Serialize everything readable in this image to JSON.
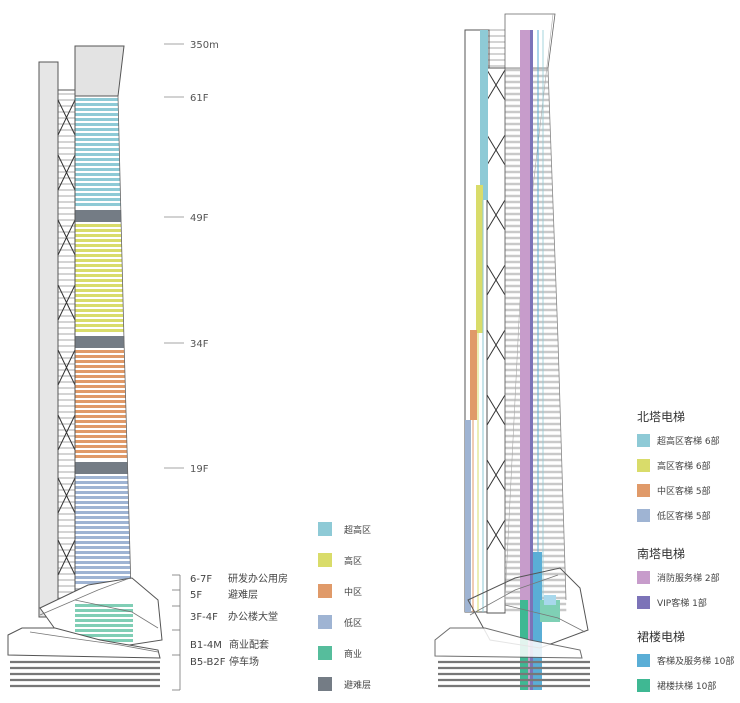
{
  "left_diagram": {
    "top_label": "350m",
    "floor_labels": [
      "61F",
      "49F",
      "34F",
      "19F"
    ],
    "base_labels": [
      {
        "code": "6-7F",
        "text": "研发办公用房"
      },
      {
        "code": "5F",
        "text": "避难层"
      },
      {
        "code": "3F-4F",
        "text": "办公楼大堂"
      },
      {
        "code": "B1-4M",
        "text": "商业配套"
      },
      {
        "code": "B5-B2F",
        "text": "停车场"
      }
    ],
    "zone_legend": [
      {
        "label": "超高区",
        "color": "#8ecad6"
      },
      {
        "label": "高区",
        "color": "#d9dc6a"
      },
      {
        "label": "中区",
        "color": "#e09a69"
      },
      {
        "label": "低区",
        "color": "#9fb4d3"
      },
      {
        "label": "商业",
        "color": "#56bd9c"
      },
      {
        "label": "避难层",
        "color": "#747c85"
      }
    ]
  },
  "right_legend": {
    "groups": [
      {
        "title": "北塔电梯",
        "items": [
          {
            "label": "超高区客梯 6部",
            "color": "#8ecad6"
          },
          {
            "label": "高区客梯 6部",
            "color": "#d9dc6a"
          },
          {
            "label": "中区客梯 5部",
            "color": "#e09a69"
          },
          {
            "label": "低区客梯 5部",
            "color": "#9fb4d3"
          }
        ]
      },
      {
        "title": "南塔电梯",
        "items": [
          {
            "label": "消防服务梯 2部",
            "color": "#c79ccb"
          },
          {
            "label": "VIP客梯 1部",
            "color": "#7c73b8"
          }
        ]
      },
      {
        "title": "裙楼电梯",
        "items": [
          {
            "label": "客梯及服务梯 10部",
            "color": "#5aaed6"
          },
          {
            "label": "裙楼扶梯 10部",
            "color": "#3fb893"
          }
        ]
      }
    ]
  }
}
